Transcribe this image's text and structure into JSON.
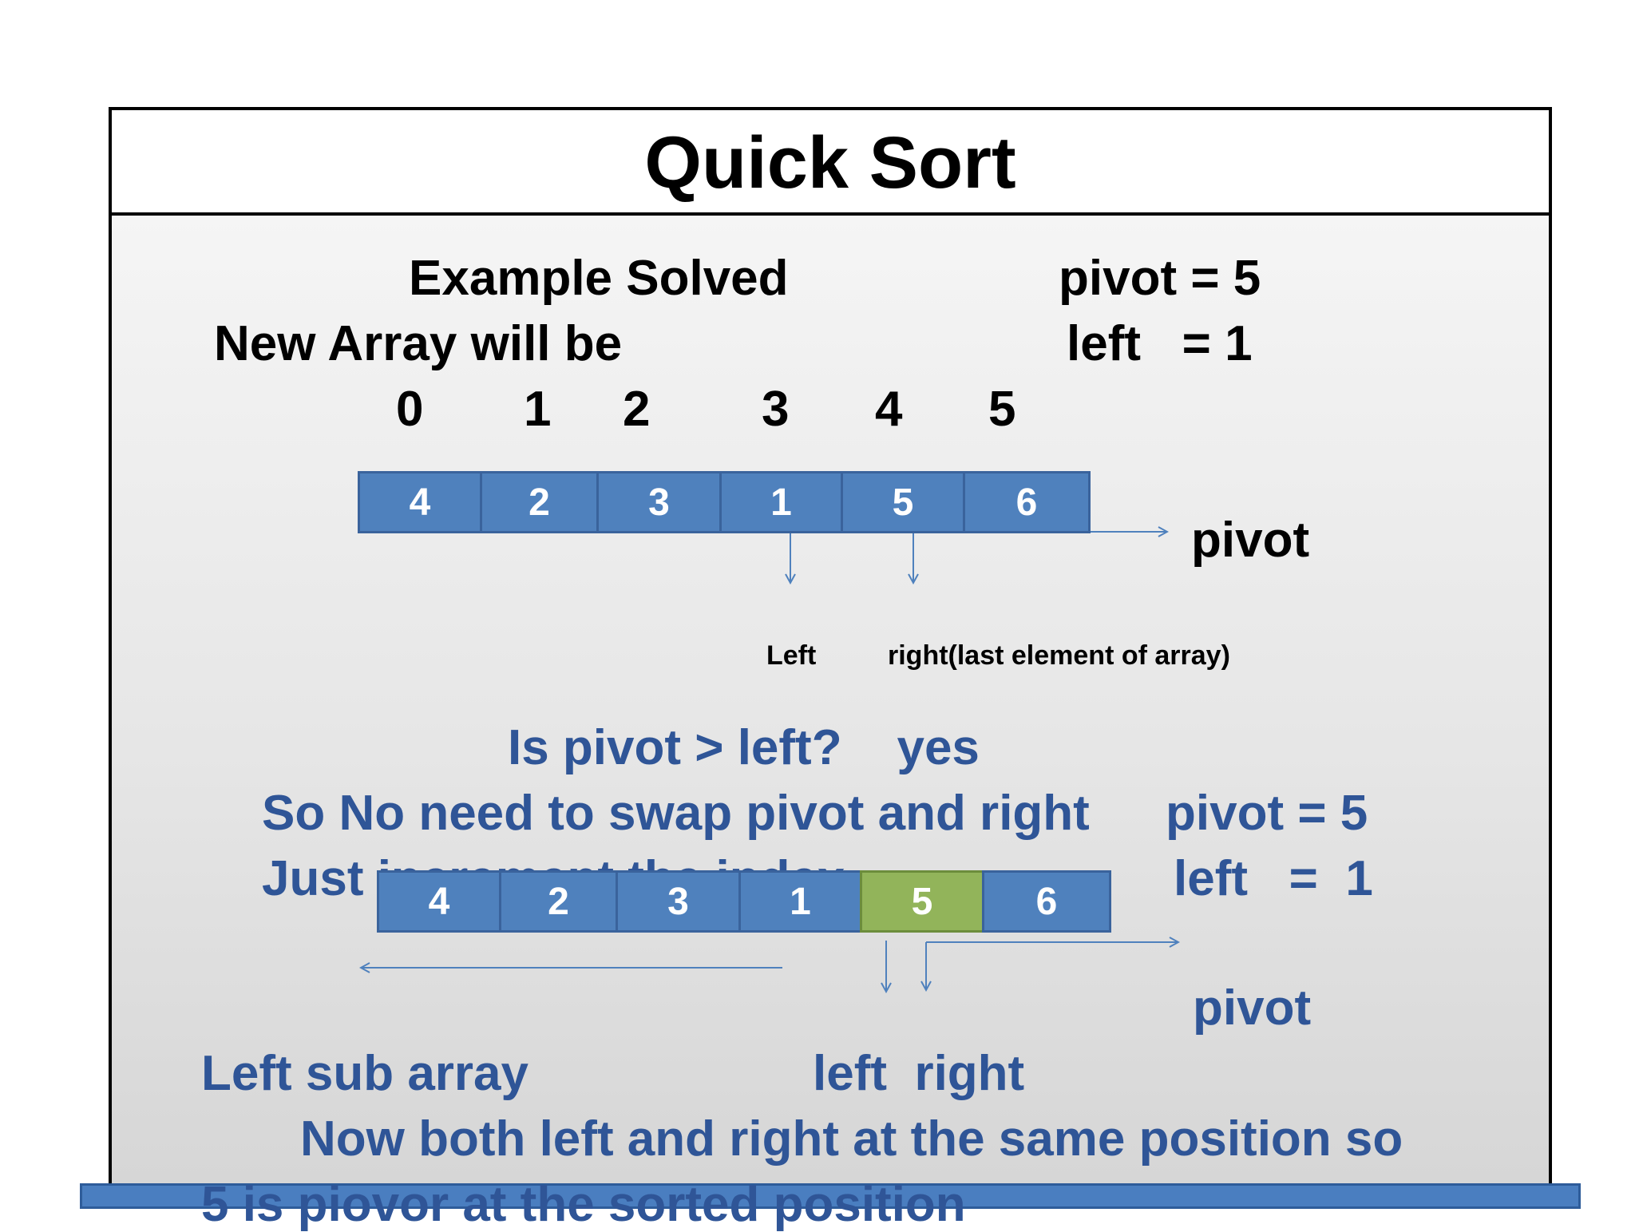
{
  "title": "Quick Sort",
  "top": {
    "example_solved": "Example Solved",
    "new_array": "New Array will be",
    "pivot_eq": "pivot = 5",
    "left_eq": "left   = 1",
    "indices": [
      "0",
      "1",
      "2",
      "3",
      "4",
      "5"
    ],
    "array1": [
      "4",
      "2",
      "3",
      "1",
      "5",
      "6"
    ],
    "pivot_label": "pivot",
    "left_label": "Left",
    "right_label": "right(last element of array)"
  },
  "bottom": {
    "question": "Is pivot > left?    yes",
    "no_swap": "So No need to swap pivot and right",
    "just_increment": "Just increment the index",
    "pivot_eq": "pivot = 5",
    "left_eq": "left   =  1",
    "array2": [
      "4",
      "2",
      "3",
      "1",
      "5",
      "6"
    ],
    "highlighted_index": 4,
    "pivot_label": "pivot",
    "left_sub_array": "Left sub array",
    "left_right": "left  right",
    "now_both": "Now both left and right at the same position so",
    "five_is": "5 is piovor at the sorted position"
  },
  "colors": {
    "cell_blue": "#4f81bd",
    "cell_green": "#92b45a",
    "text_blue": "#2f5597",
    "arrow_blue": "#4f81bd"
  }
}
